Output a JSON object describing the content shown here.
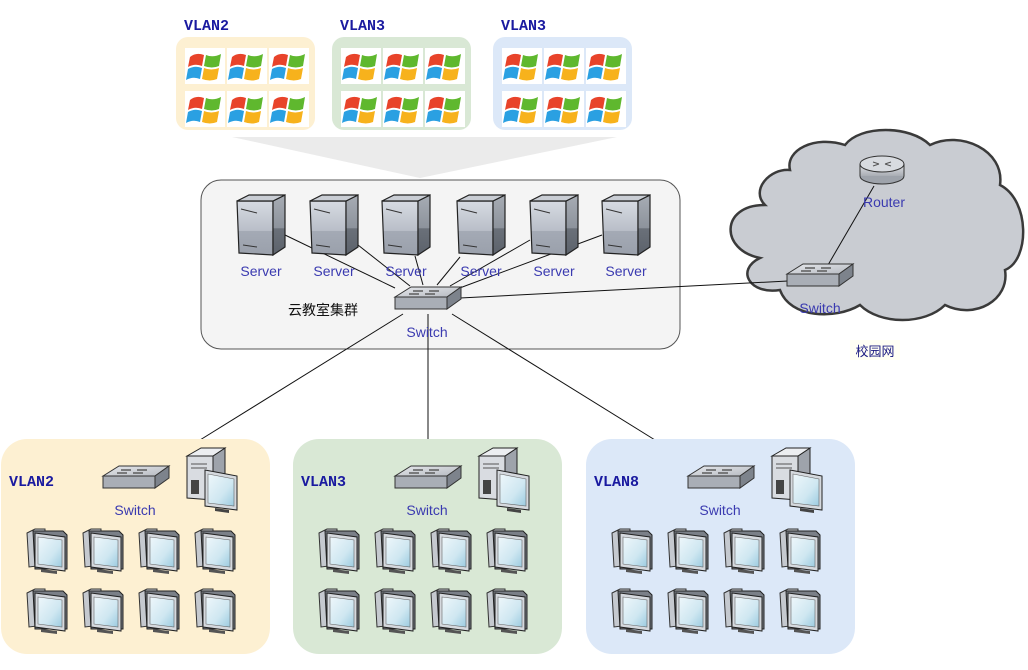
{
  "diagram": {
    "top_vlans": [
      {
        "label": "VLAN2",
        "color": "#fdf0d2",
        "clients": 6,
        "client_icon": "windows-logo-icon"
      },
      {
        "label": "VLAN3",
        "color": "#d9e8d5",
        "clients": 6,
        "client_icon": "windows-logo-icon"
      },
      {
        "label": "VLAN3",
        "color": "#dce8f8",
        "clients": 6,
        "client_icon": "windows-logo-icon"
      }
    ],
    "cluster": {
      "label": "云教室集群",
      "background": "#f4f4f4",
      "servers": [
        {
          "label": "Server"
        },
        {
          "label": "Server"
        },
        {
          "label": "Server"
        },
        {
          "label": "Server"
        },
        {
          "label": "Server"
        },
        {
          "label": "Server"
        }
      ],
      "switch_label": "Switch"
    },
    "campus": {
      "label": "校园网",
      "router_label": "Router",
      "switch_label": "Switch",
      "cloud_color": "#c9ccd2"
    },
    "bottom_vlans": [
      {
        "label": "VLAN2",
        "color": "#fdf0d2",
        "switch_label": "Switch",
        "workstations": 8
      },
      {
        "label": "VLAN3",
        "color": "#d9e8d5",
        "switch_label": "Switch",
        "workstations": 8
      },
      {
        "label": "VLAN8",
        "color": "#dce8f8",
        "switch_label": "Switch",
        "workstations": 8
      }
    ]
  }
}
